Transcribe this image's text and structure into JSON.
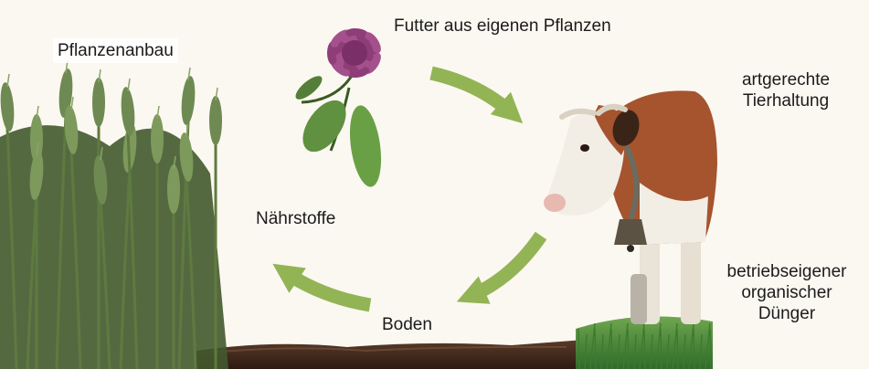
{
  "labels": {
    "crop_growing": "Pflanzenanbau",
    "feed": "Futter aus eigenen Pflanzen",
    "animal_welfare_line1": "artgerechte",
    "animal_welfare_line2": "Tierhaltung",
    "nutrients": "Nährstoffe",
    "soil": "Boden",
    "manure_line1": "betriebseigener",
    "manure_line2": "organischer",
    "manure_line3": "Dünger"
  },
  "colors": {
    "arrow": "#93b455",
    "background": "#fbf8f1",
    "soil": "#4a2f20",
    "grain": "#6e8a52",
    "clover": "#8e3d79",
    "cow_body": "#a5542e",
    "cow_white": "#f2eee6",
    "grass": "#4e8b3a"
  },
  "icons": [
    "wheat-field-image",
    "clover-flower-image",
    "cow-image",
    "soil-strip-image",
    "cycle-arrow-icon"
  ]
}
